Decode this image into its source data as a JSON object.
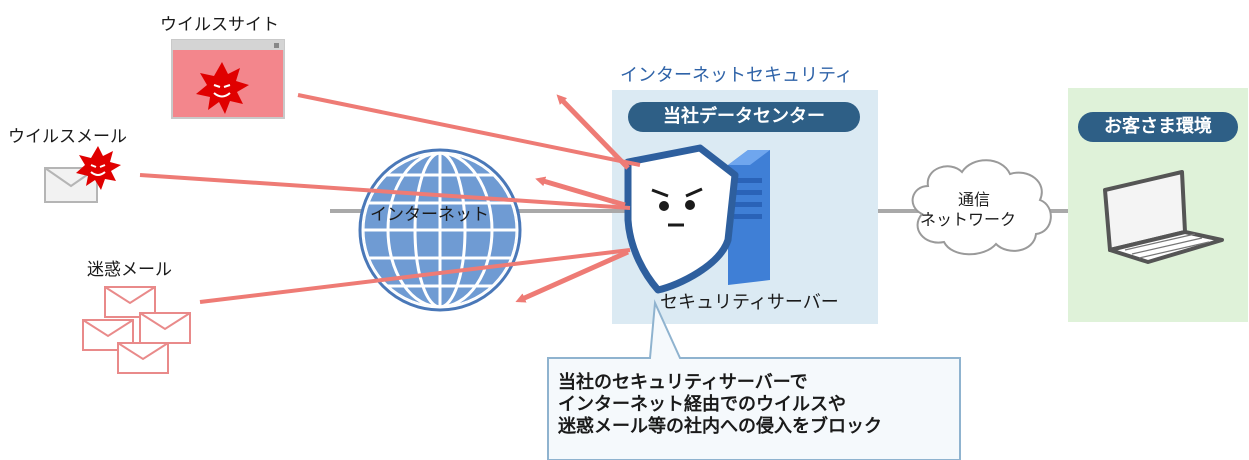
{
  "labels": {
    "virus_site": "ウイルスサイト",
    "virus_mail": "ウイルスメール",
    "spam_mail": "迷惑メール",
    "internet": "インターネット",
    "internet_security": "インターネットセキュリティ",
    "datacenter": "当社データセンター",
    "security_server": "セキュリティサーバー",
    "network_line1": "通信",
    "network_line2": "ネットワーク",
    "customer_env": "お客さま環境"
  },
  "callout": {
    "line1": "当社のセキュリティサーバーで",
    "line2": "インターネット経由でのウイルスや",
    "line3": "迷惑メール等の社内への侵入をブロック"
  },
  "colors": {
    "threat_arrow": "#ee7b75",
    "pill": "#2e5f86",
    "datacenter_bg": "#dbeaf3",
    "customer_bg": "#dff2d9",
    "globe": "#6f9bd3",
    "shield": "#2e5f9e",
    "server": "#3f7fd6"
  }
}
